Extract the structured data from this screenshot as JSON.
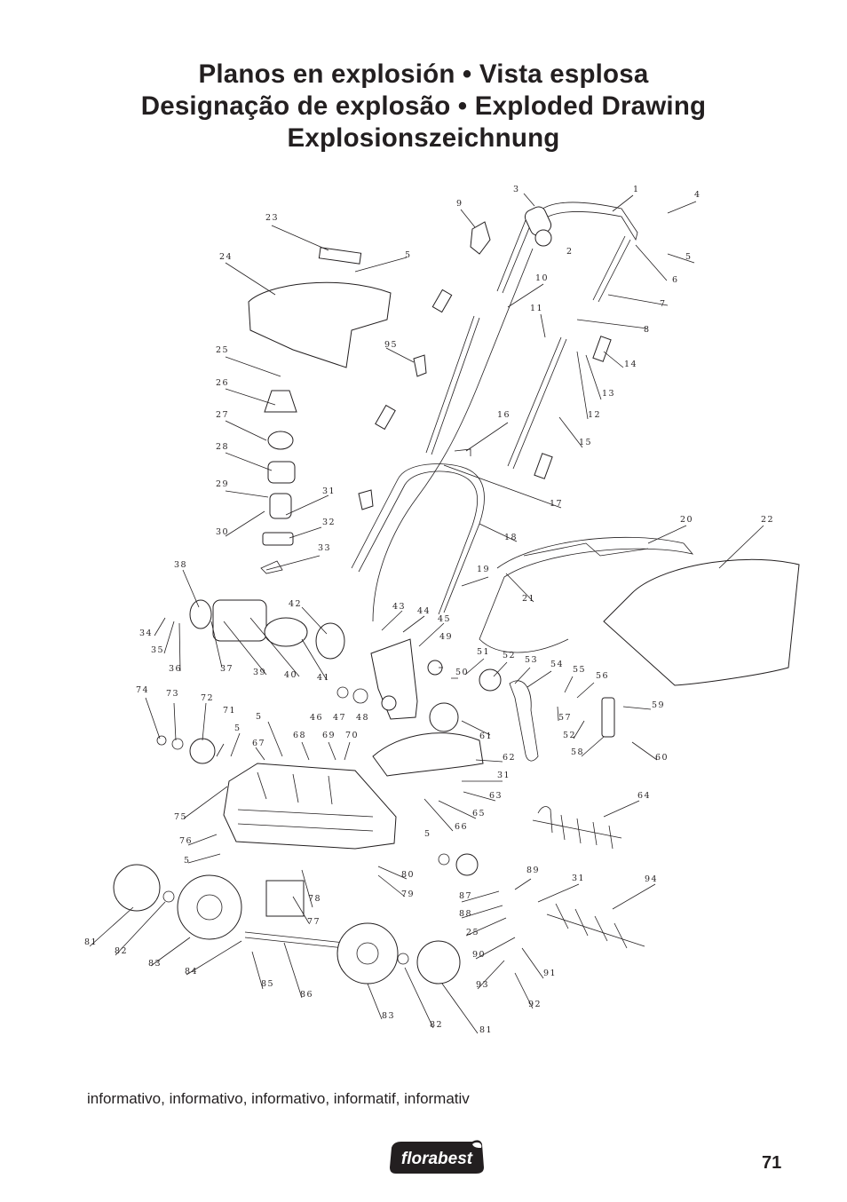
{
  "title_lines": [
    "Planos en explosión • Vista esplosa",
    "Designação de explosão • Exploded Drawing",
    "Explosionszeichnung"
  ],
  "footnote": "informativo, informativo, informativo, informatif, informativ",
  "brand": "florabest",
  "page_number": "71",
  "callouts": [
    {
      "n": "1"
    },
    {
      "n": "2"
    },
    {
      "n": "3"
    },
    {
      "n": "4"
    },
    {
      "n": "5"
    },
    {
      "n": "5"
    },
    {
      "n": "6"
    },
    {
      "n": "7"
    },
    {
      "n": "8"
    },
    {
      "n": "9"
    },
    {
      "n": "10"
    },
    {
      "n": "11"
    },
    {
      "n": "12"
    },
    {
      "n": "13"
    },
    {
      "n": "14"
    },
    {
      "n": "15"
    },
    {
      "n": "16"
    },
    {
      "n": "17"
    },
    {
      "n": "18"
    },
    {
      "n": "19"
    },
    {
      "n": "20"
    },
    {
      "n": "21"
    },
    {
      "n": "22"
    },
    {
      "n": "23"
    },
    {
      "n": "24"
    },
    {
      "n": "25"
    },
    {
      "n": "26"
    },
    {
      "n": "27"
    },
    {
      "n": "28"
    },
    {
      "n": "29"
    },
    {
      "n": "30"
    },
    {
      "n": "31"
    },
    {
      "n": "32"
    },
    {
      "n": "33"
    },
    {
      "n": "34"
    },
    {
      "n": "35"
    },
    {
      "n": "36"
    },
    {
      "n": "37"
    },
    {
      "n": "38"
    },
    {
      "n": "39"
    },
    {
      "n": "40"
    },
    {
      "n": "41"
    },
    {
      "n": "42"
    },
    {
      "n": "43"
    },
    {
      "n": "44"
    },
    {
      "n": "45"
    },
    {
      "n": "46"
    },
    {
      "n": "47"
    },
    {
      "n": "48"
    },
    {
      "n": "49"
    },
    {
      "n": "50"
    },
    {
      "n": "51"
    },
    {
      "n": "52"
    },
    {
      "n": "53"
    },
    {
      "n": "54"
    },
    {
      "n": "55"
    },
    {
      "n": "56"
    },
    {
      "n": "57"
    },
    {
      "n": "52"
    },
    {
      "n": "58"
    },
    {
      "n": "59"
    },
    {
      "n": "60"
    },
    {
      "n": "61"
    },
    {
      "n": "62"
    },
    {
      "n": "31"
    },
    {
      "n": "63"
    },
    {
      "n": "65"
    },
    {
      "n": "66"
    },
    {
      "n": "64"
    },
    {
      "n": "5"
    },
    {
      "n": "5"
    },
    {
      "n": "5"
    },
    {
      "n": "67"
    },
    {
      "n": "68"
    },
    {
      "n": "69"
    },
    {
      "n": "70"
    },
    {
      "n": "71"
    },
    {
      "n": "72"
    },
    {
      "n": "73"
    },
    {
      "n": "74"
    },
    {
      "n": "75"
    },
    {
      "n": "76"
    },
    {
      "n": "5"
    },
    {
      "n": "77"
    },
    {
      "n": "78"
    },
    {
      "n": "79"
    },
    {
      "n": "80"
    },
    {
      "n": "81"
    },
    {
      "n": "82"
    },
    {
      "n": "83"
    },
    {
      "n": "84"
    },
    {
      "n": "85"
    },
    {
      "n": "86"
    },
    {
      "n": "83"
    },
    {
      "n": "82"
    },
    {
      "n": "81"
    },
    {
      "n": "87"
    },
    {
      "n": "88"
    },
    {
      "n": "25"
    },
    {
      "n": "89"
    },
    {
      "n": "31"
    },
    {
      "n": "94"
    },
    {
      "n": "90"
    },
    {
      "n": "91"
    },
    {
      "n": "92"
    },
    {
      "n": "93"
    },
    {
      "n": "95"
    }
  ]
}
